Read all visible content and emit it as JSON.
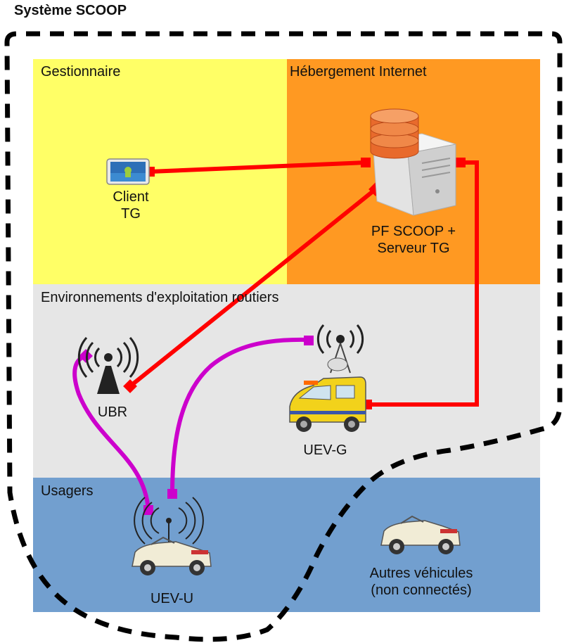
{
  "title": "Système SCOOP",
  "zones": {
    "manager": "Gestionnaire",
    "hosting": "Hébergement Internet",
    "road_env": "Environnements d'exploitation routiers",
    "users": "Usagers"
  },
  "nodes": {
    "client_tg": [
      "Client",
      "TG"
    ],
    "server": [
      "PF SCOOP +",
      "Serveur TG"
    ],
    "ubr": "UBR",
    "uev_g": "UEV-G",
    "uev_u": "UEV-U",
    "other_vehicles": [
      "Autres véhicules",
      "(non connectés)"
    ]
  },
  "colors": {
    "manager_bg": "#ffff66",
    "hosting_bg": "#ff9922",
    "road_bg": "#e6e6e6",
    "users_bg": "#729fcf",
    "wired_link": "#ff0000",
    "radio_link": "#cc00cc"
  }
}
